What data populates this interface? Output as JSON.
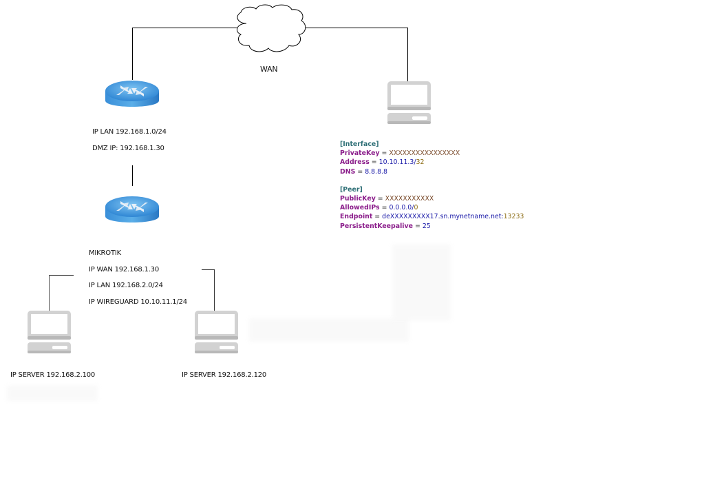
{
  "diagram": {
    "cloud": {
      "label": "WAN"
    },
    "router_top": {
      "labels": [
        "IP LAN 192.168.1.0/24",
        "DMZ IP: 192.168.1.30"
      ]
    },
    "router_mikrotik": {
      "labels": [
        "MIKROTIK",
        "IP WAN 192.168.1.30",
        "IP LAN 192.168.2.0/24",
        "IP WIREGUARD 10.10.11.1/24"
      ]
    },
    "servers": [
      {
        "label": "IP SERVER 192.168.2.100"
      },
      {
        "label": "IP SERVER 192.168.2.120"
      }
    ],
    "remote_client": {
      "config": {
        "interface_header": "[Interface]",
        "interface": [
          {
            "key": "PrivateKey",
            "eq": " = ",
            "value": "XXXXXXXXXXXXXXXX",
            "suffix": ""
          },
          {
            "key": "Address",
            "eq": " = ",
            "value": "10.10.11.3/",
            "suffix": "32"
          },
          {
            "key": "DNS",
            "eq": " = ",
            "value": "8.8.8.8",
            "suffix": ""
          }
        ],
        "peer_header": "[Peer]",
        "peer": [
          {
            "key": "PublicKey",
            "eq": " = ",
            "value": "XXXXXXXXXXX",
            "suffix": ""
          },
          {
            "key": "AllowedIPs",
            "eq": " = ",
            "value": "0.0.0.0/",
            "suffix": "0"
          },
          {
            "key": "Endpoint",
            "eq": " = ",
            "value": "deXXXXXXXXX17.sn.mynetname.net:",
            "suffix": "13233"
          },
          {
            "key": "PersistentKeepalive",
            "eq": " = ",
            "value": "25",
            "suffix": ""
          }
        ]
      }
    },
    "colors": {
      "router_blue": "#3a8fd9",
      "computer_gray": "#d0d0d0",
      "section_teal": "#2e6f76",
      "key_purple": "#8b1e8b",
      "value_blue": "#1a1aa8",
      "number_brown": "#8a6a10"
    }
  }
}
